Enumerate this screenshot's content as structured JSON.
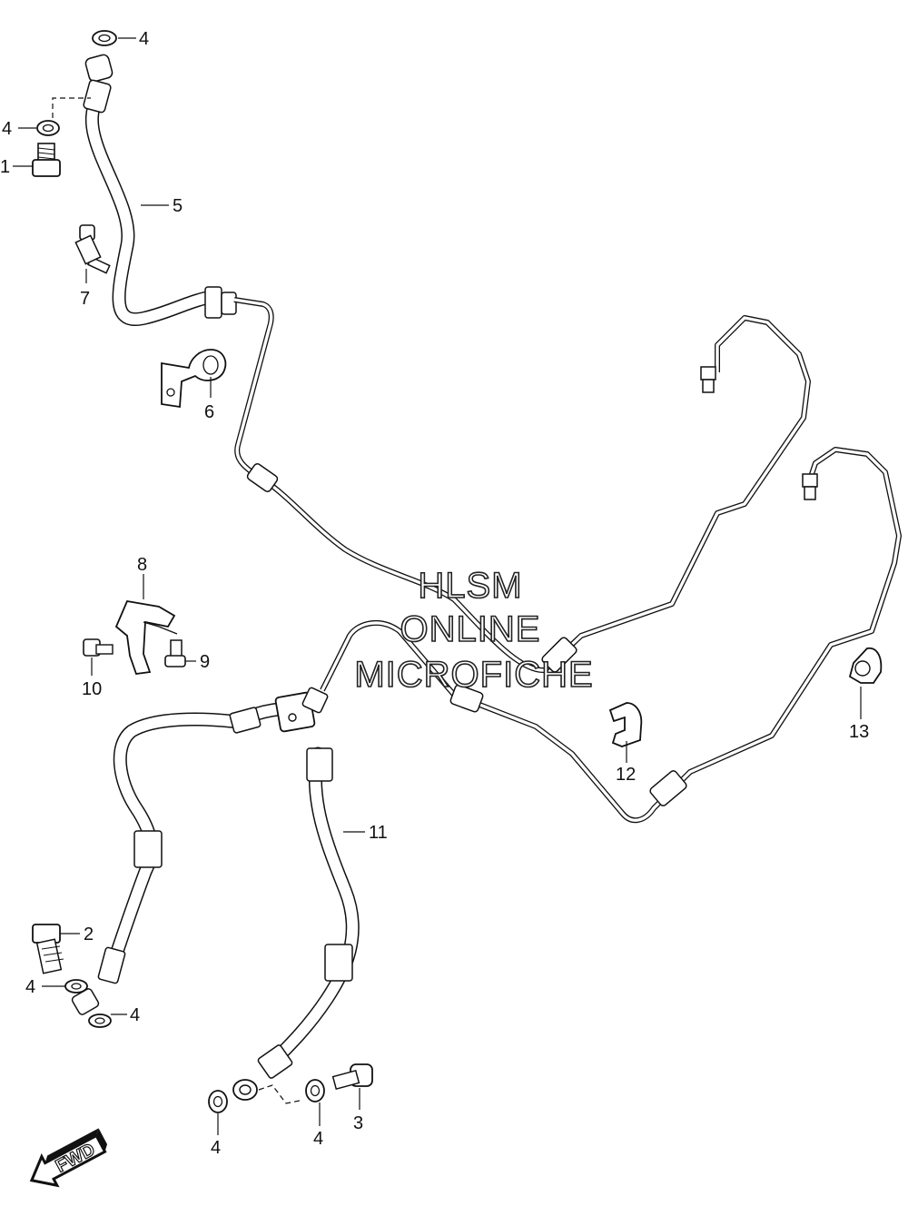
{
  "diagram": {
    "callouts": [
      {
        "id": "c4a",
        "text": "4"
      },
      {
        "id": "c4b",
        "text": "4"
      },
      {
        "id": "c1",
        "text": "1"
      },
      {
        "id": "c5",
        "text": "5"
      },
      {
        "id": "c7",
        "text": "7"
      },
      {
        "id": "c6",
        "text": "6"
      },
      {
        "id": "c8",
        "text": "8"
      },
      {
        "id": "c9",
        "text": "9"
      },
      {
        "id": "c10",
        "text": "10"
      },
      {
        "id": "c11",
        "text": "11"
      },
      {
        "id": "c2",
        "text": "2"
      },
      {
        "id": "c4c",
        "text": "4"
      },
      {
        "id": "c4d",
        "text": "4"
      },
      {
        "id": "c12",
        "text": "12"
      },
      {
        "id": "c13",
        "text": "13"
      },
      {
        "id": "c4e",
        "text": "4"
      },
      {
        "id": "c4f",
        "text": "4"
      },
      {
        "id": "c3",
        "text": "3"
      }
    ],
    "watermark": [
      "HLSM",
      "ONLINE",
      "MICROFICHE"
    ],
    "fwd_label": "FWD"
  }
}
